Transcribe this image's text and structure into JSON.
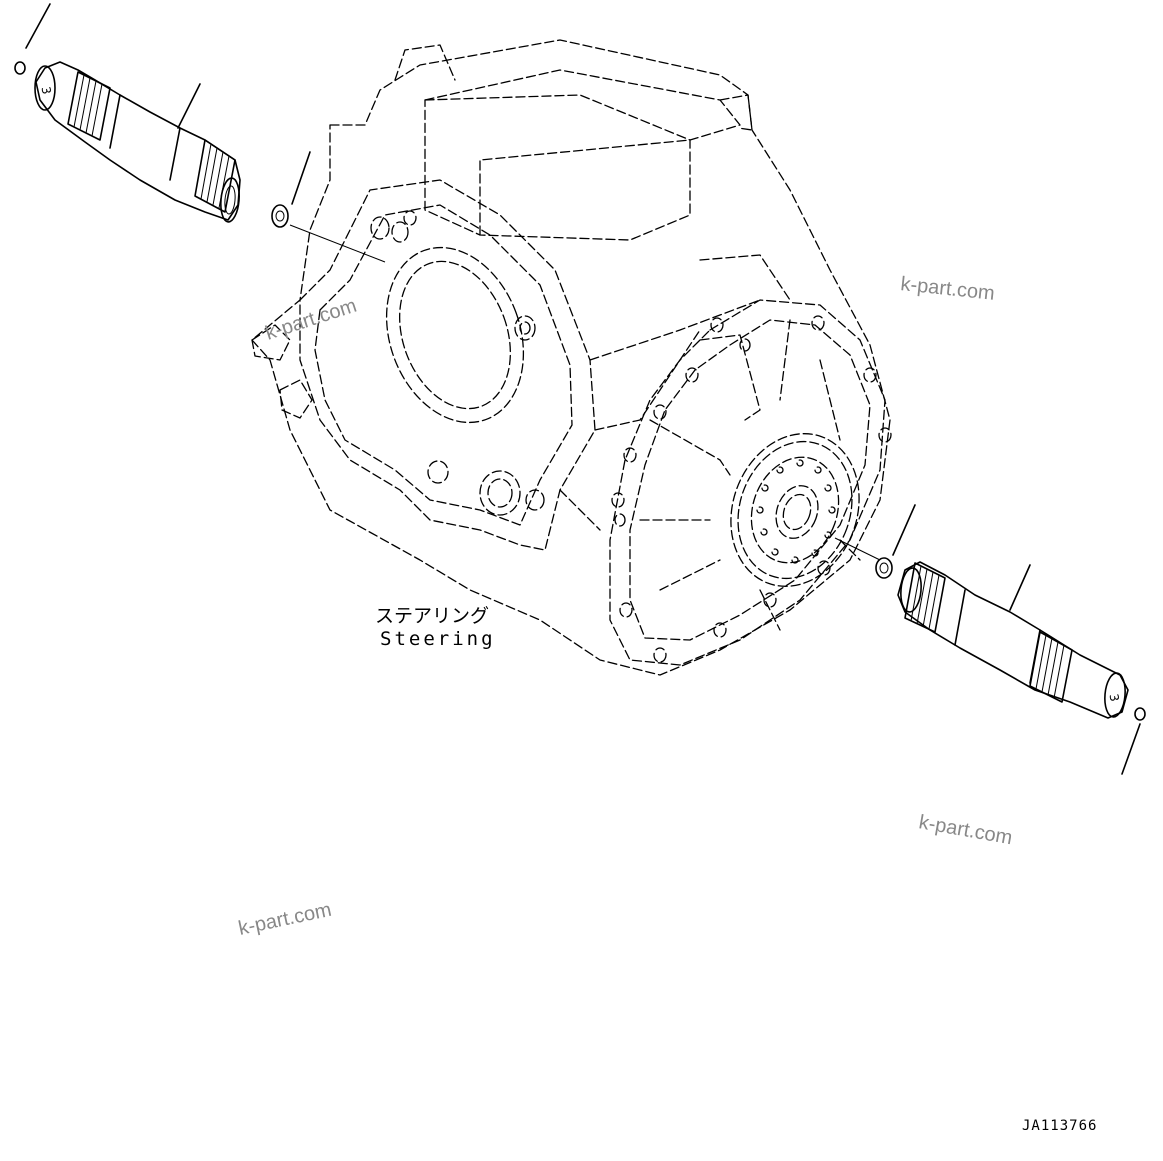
{
  "labels": {
    "steering_jp": "ステアリング",
    "steering_en": "Steering"
  },
  "watermarks": [
    "k-part.com",
    "k-part.com",
    "k-part.com",
    "k-part.com"
  ],
  "drawing_code": "JA113766"
}
